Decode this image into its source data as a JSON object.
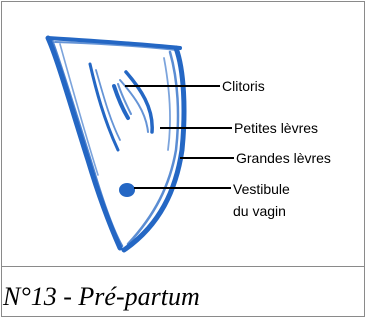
{
  "figure": {
    "labels": {
      "clitoris": "Clitoris",
      "petites_levres": "Petites lèvres",
      "grandes_levres": "Grandes lèvres",
      "vestibule_line1": "Vestibule",
      "vestibule_line2": "du vagin"
    },
    "caption": "N°13 - Pré-partum",
    "ink_color": "#2467c4",
    "line_color": "#000000"
  }
}
